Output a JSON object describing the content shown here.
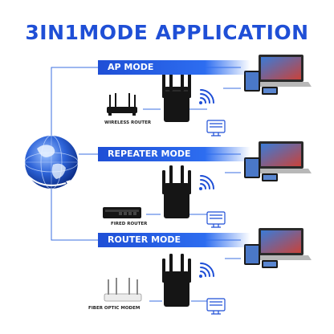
{
  "title": "3IN1MODE APPLICATION",
  "modes": [
    {
      "label": "AP MODE",
      "source_device": "WIRELESS ROUTER"
    },
    {
      "label": "REPEATER MODE",
      "source_device": "FIRED ROUTER"
    },
    {
      "label": "ROUTER MODE",
      "source_device": "FIBER OPTIC MODEM"
    }
  ],
  "colors": {
    "brand_blue": "#1f4fd6",
    "line_blue": "#3b6fe0",
    "device_black": "#151515",
    "globe_blue": "#2d63d8"
  },
  "icons": [
    "globe-icon",
    "wifi-icon",
    "desktop-pc-icon",
    "laptop-icon",
    "tablet-icon",
    "phone-icon"
  ]
}
